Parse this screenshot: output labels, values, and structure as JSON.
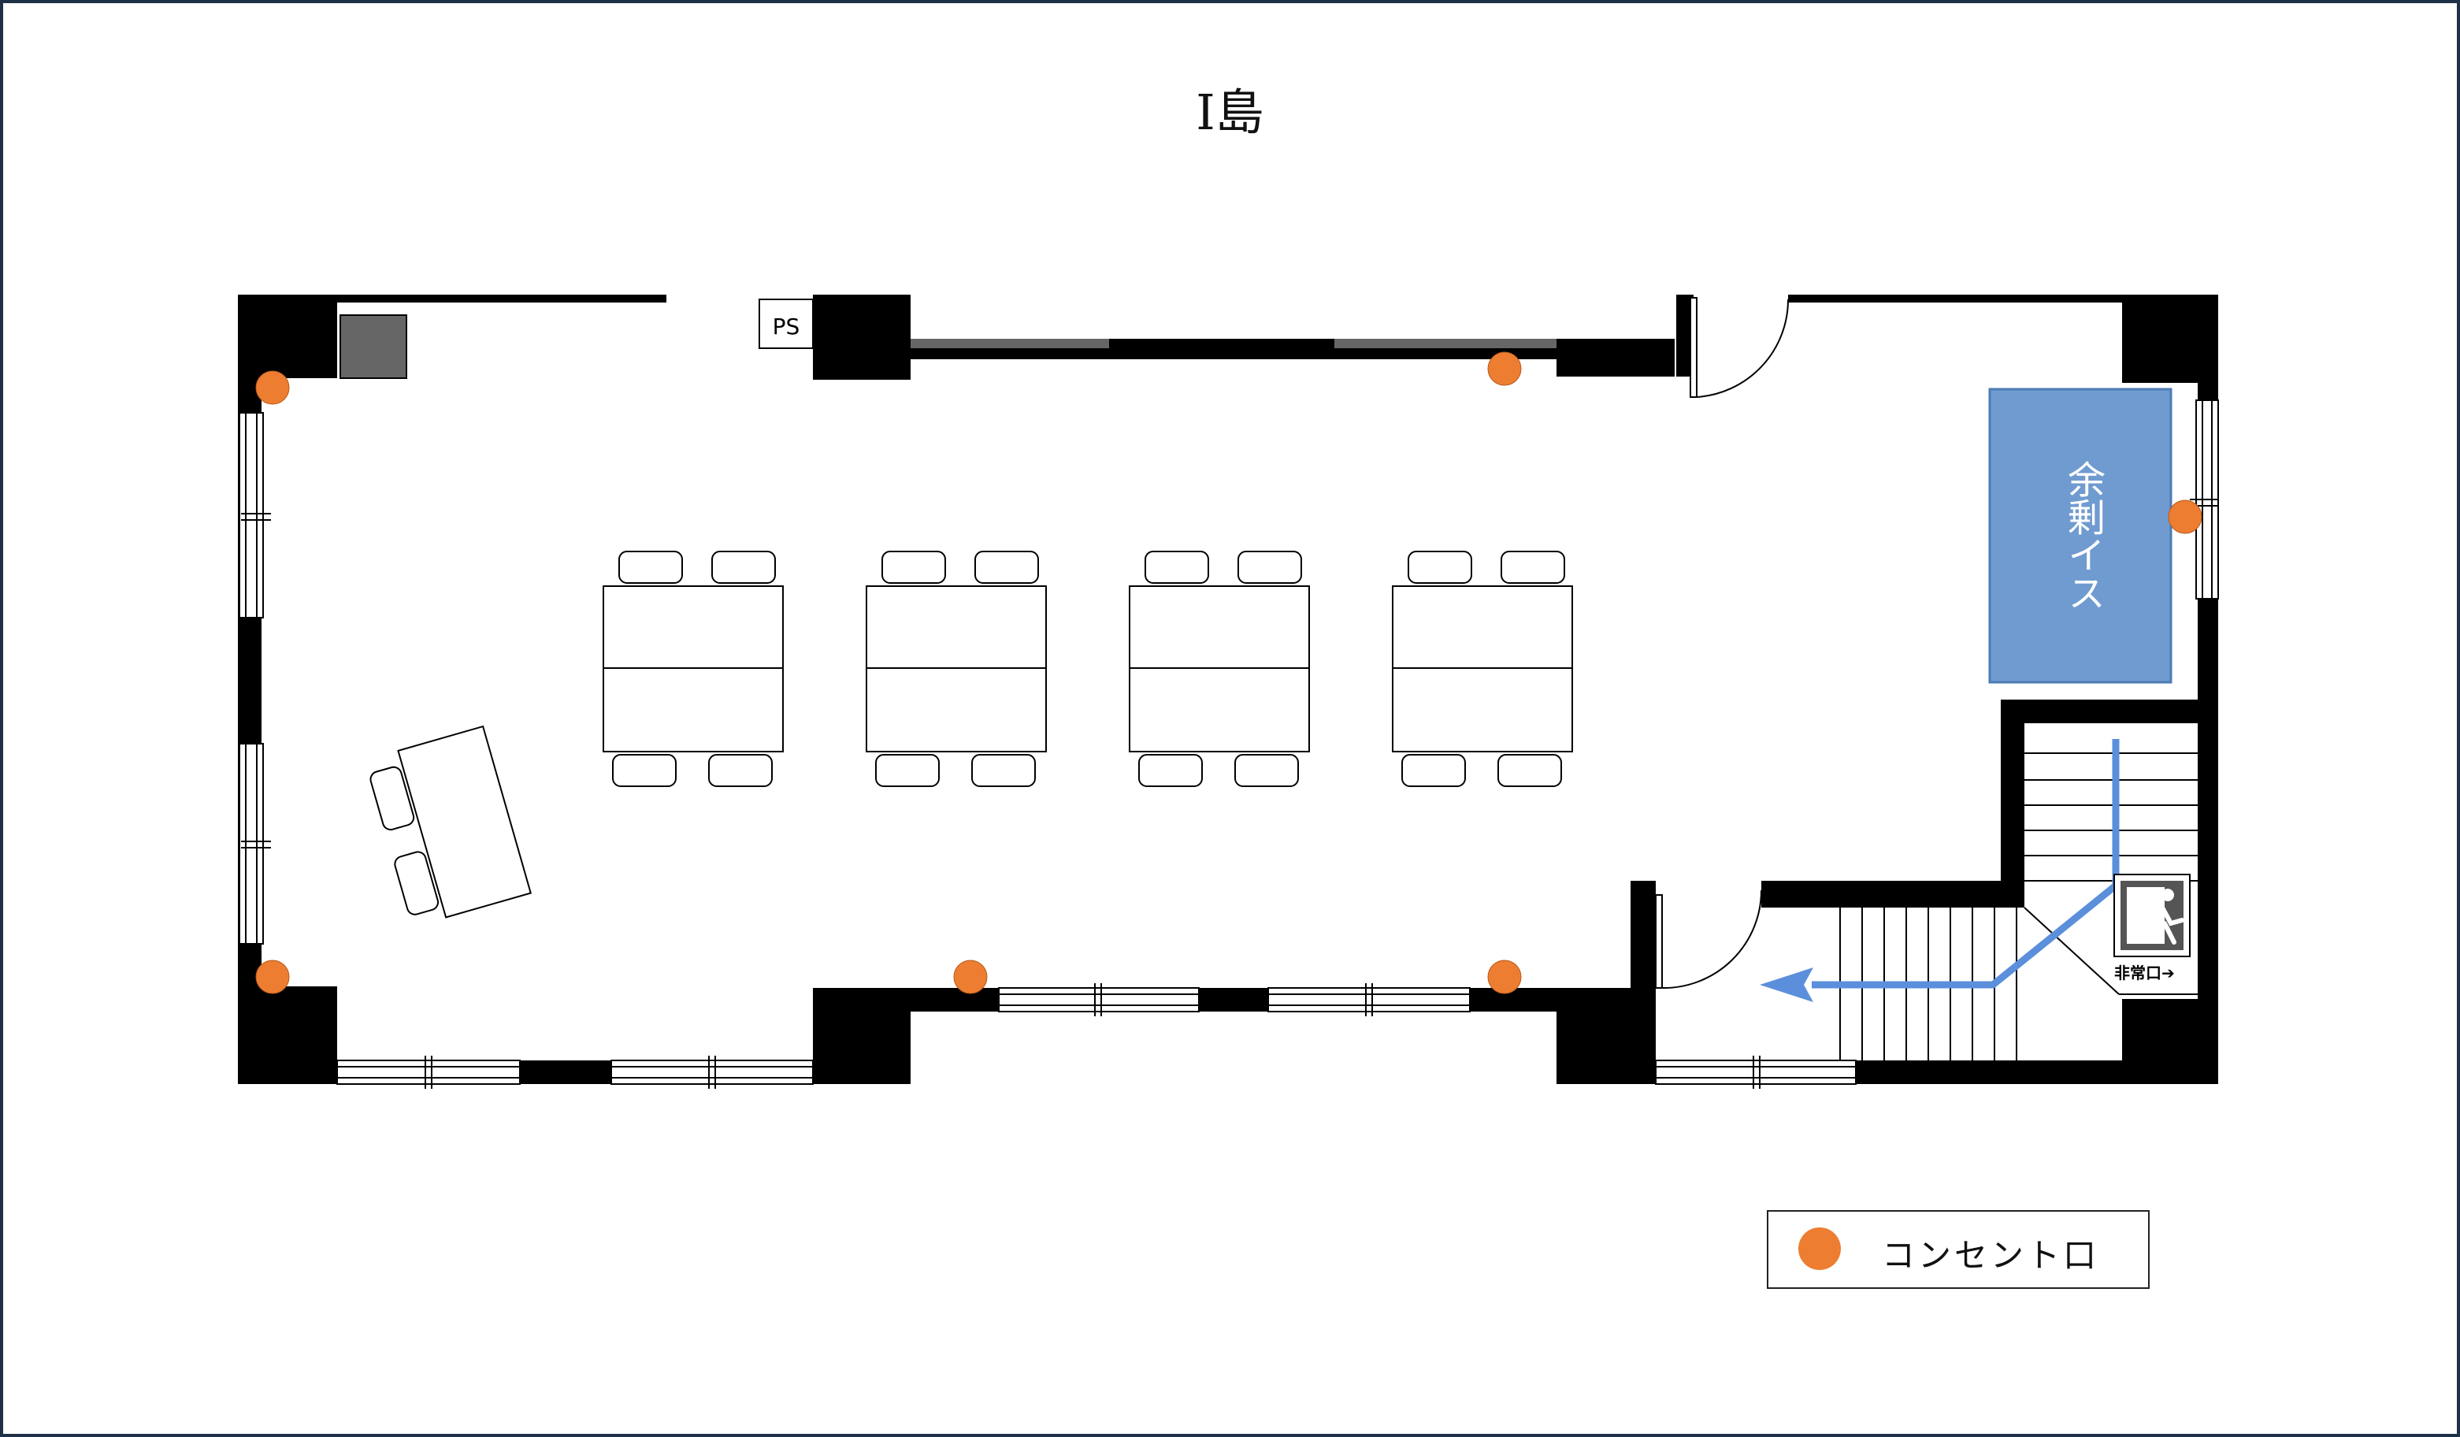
{
  "title": "I島",
  "labels": {
    "ps": "PS",
    "spare_chairs": "余剰イス",
    "exit_sign": "非常口➔"
  },
  "legend": {
    "outlet_label": "コンセント口"
  },
  "colors": {
    "wall": "#000000",
    "outlet": "#ED7D31",
    "spare_chairs_area": "#6F9BD0",
    "route_arrow": "#5B8FDB",
    "pillar_box": "#666666",
    "frame": "#1F3147"
  },
  "icons": {
    "outlet": "orange-circle",
    "emergency_exit": "running-man-exit-icon",
    "evacuation_route": "blue-arrow"
  }
}
